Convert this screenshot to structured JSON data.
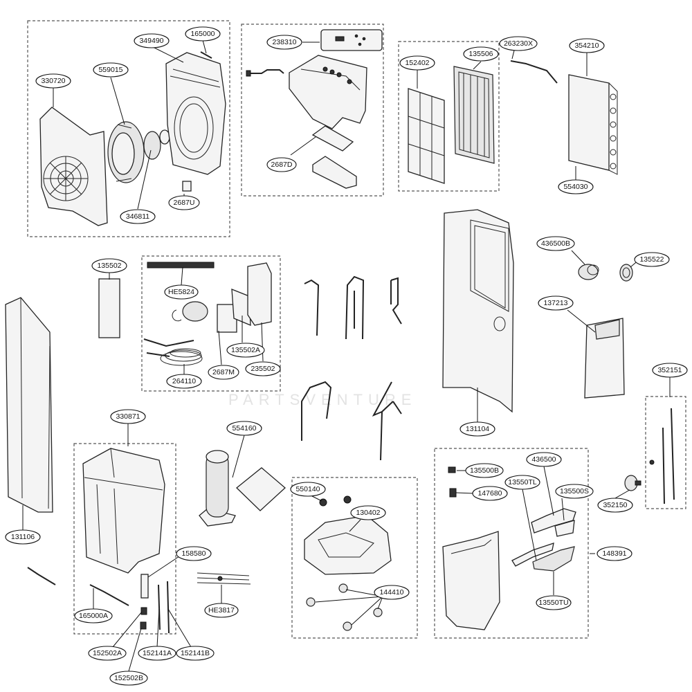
{
  "watermark": "PARTSVENTURE",
  "callouts": {
    "c330720": "330720",
    "c559015": "559015",
    "c349490": "349490",
    "c165000": "165000",
    "c2687U": "2687U",
    "c346811": "346811",
    "c238310": "238310",
    "c2687D": "2687D",
    "c152402": "152402",
    "c135506": "135506",
    "c263230X": "263230X",
    "c354210": "354210",
    "c554030": "554030",
    "c135502": "135502",
    "cHE5824": "HE5824",
    "c135502A": "135502A",
    "c2687M": "2687M",
    "c235502": "235502",
    "c264110": "264110",
    "c436500B": "436500B",
    "c135522": "135522",
    "c137213": "137213",
    "c131104": "131104",
    "c131106": "131106",
    "c330871": "330871",
    "c554160": "554160",
    "c158580": "158580",
    "cHE3817": "HE3817",
    "c165000A": "165000A",
    "c152502A": "152502A",
    "c152141A": "152141A",
    "c152141B": "152141B",
    "c152502B": "152502B",
    "c550140": "550140",
    "c130402": "130402",
    "c144410": "144410",
    "c135500B": "135500B",
    "c147680": "147680",
    "c436500": "436500",
    "c13550TL": "13550TL",
    "c135500S": "135500S",
    "c13550TU": "13550TU",
    "c148391": "148391",
    "c352151": "352151",
    "c352150": "352150"
  }
}
